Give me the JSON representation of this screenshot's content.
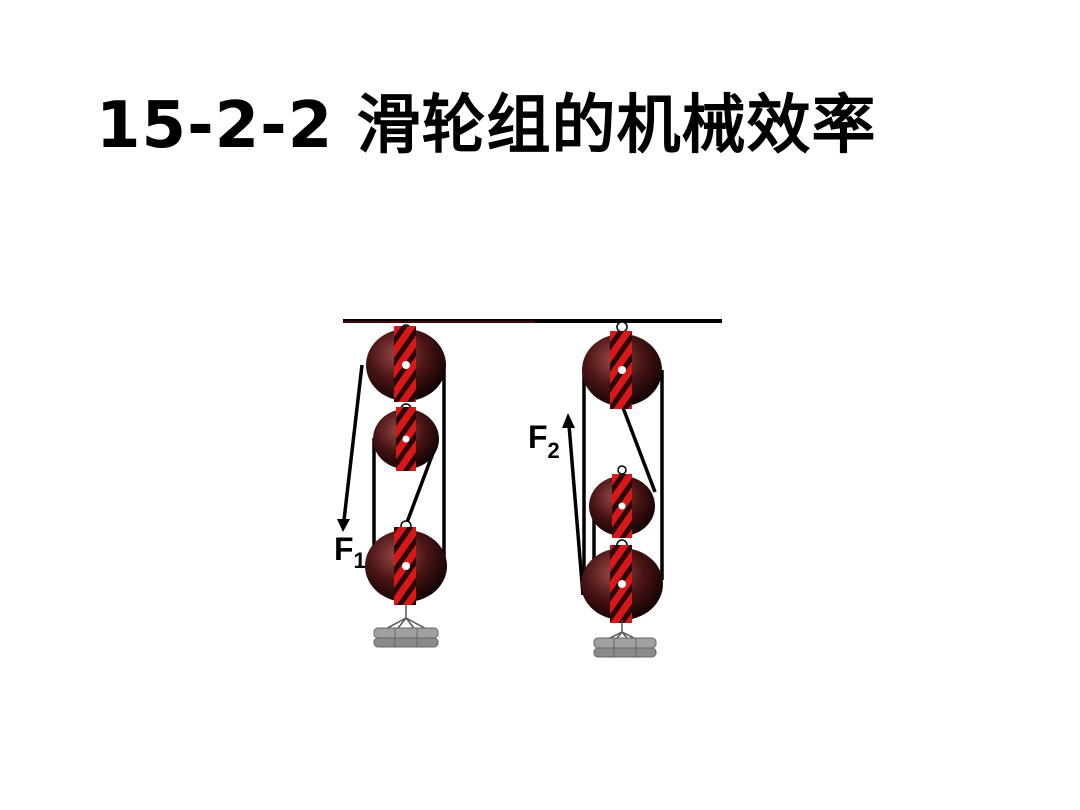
{
  "slide": {
    "title": "15-2-2 滑轮组的机械效率"
  },
  "diagram": {
    "left_system": {
      "force_label": "F",
      "force_subscript": "1",
      "force_direction": "down"
    },
    "right_system": {
      "force_label": "F",
      "force_subscript": "2",
      "force_direction": "up"
    },
    "colors": {
      "pulley_dark": "#3a1010",
      "pulley_red": "#d01515",
      "rope": "#000000",
      "weight": "#9a9a9a"
    }
  }
}
